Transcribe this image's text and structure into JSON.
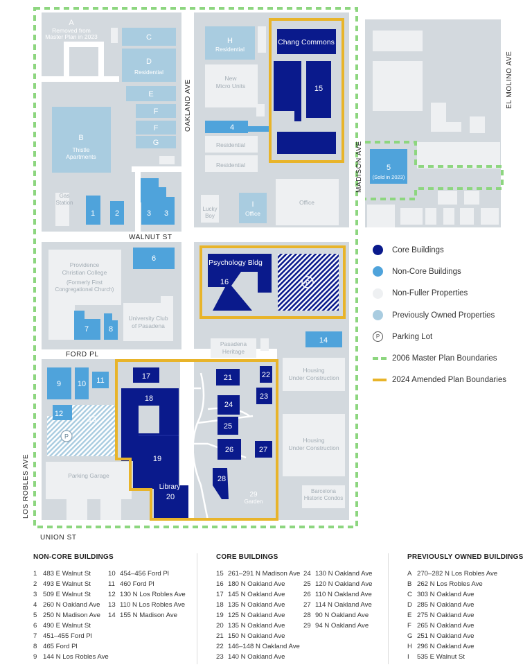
{
  "streets": {
    "oakland": "OAKLAND AVE",
    "walnut": "WALNUT ST",
    "ford": "FORD PL",
    "madison": "MADISON AVE",
    "el_molino": "EL MOLINO AVE",
    "los_robles": "LOS ROBLES AVE",
    "union": "UNION ST"
  },
  "map_labels": {
    "A": "A",
    "A_note1": "Removed from",
    "A_note2": "Master Plan in 2023",
    "B": "B",
    "B_name1": "Thistle",
    "B_name2": "Apartments",
    "C": "C",
    "D": "D",
    "D_name": "Residential",
    "E": "E",
    "F": "F",
    "G": "G",
    "H": "H",
    "H_name": "Residential",
    "I": "I",
    "I_name": "Office",
    "gas1": "Gas",
    "gas2": "Station",
    "new_micro1": "New",
    "new_micro2": "Micro Units",
    "residential": "Residential",
    "lucky1": "Lucky",
    "lucky2": "Boy",
    "office": "Office",
    "chang": "Chang Commons",
    "psych": "Psychology Bldg",
    "providence1": "Providence",
    "providence2": "Christian College",
    "providence3": "(Formerly First",
    "providence4": "Congregational Church)",
    "uclub1": "University Club",
    "uclub2": "of Pasadena",
    "pas_her1": "Pasadena",
    "pas_her2": "Heritage",
    "housing1": "Housing",
    "housing2": "Under Construction",
    "parking_garage": "Parking Garage",
    "library": "Library",
    "garden": "Garden",
    "barcelona1": "Barcelona",
    "barcelona2": "Historic Condos",
    "sold": "(Sold in 2023)",
    "p": "P",
    "n1": "1",
    "n2": "2",
    "n3": "3",
    "n4": "4",
    "n5": "5",
    "n6": "6",
    "n7": "7",
    "n8": "8",
    "n9": "9",
    "n10": "10",
    "n11": "11",
    "n12": "12",
    "n13": "13",
    "n14": "14",
    "n15": "15",
    "n16": "16",
    "n17": "17",
    "n18": "18",
    "n19": "19",
    "n20": "20",
    "n21": "21",
    "n22": "22",
    "n23": "23",
    "n24": "24",
    "n25": "25",
    "n26": "26",
    "n27": "27",
    "n28": "28",
    "n29": "29"
  },
  "legend": [
    {
      "label": "Core Buildings"
    },
    {
      "label": "Non-Core Buildings"
    },
    {
      "label": "Non-Fuller Properties"
    },
    {
      "label": "Previously Owned Properties"
    },
    {
      "label": "Parking Lot",
      "symbol": "P"
    },
    {
      "label": "2006 Master Plan Boundaries"
    },
    {
      "label": "2024 Amended Plan Boundaries"
    }
  ],
  "colors": {
    "core": "#0a1a8c",
    "non_core": "#4fa3db",
    "non_fuller": "#eef0f2",
    "previously_owned": "#a9cce0",
    "ground": "#d3d9de",
    "master_2006": "#8dd67f",
    "amended_2024": "#e8b42a"
  },
  "lists": {
    "non_core": {
      "heading": "NON-CORE BUILDINGS",
      "col1": [
        {
          "n": "1",
          "addr": "483 E Walnut St"
        },
        {
          "n": "2",
          "addr": "493 E Walnut St"
        },
        {
          "n": "3",
          "addr": "509 E Walnut St"
        },
        {
          "n": "4",
          "addr": "260 N Oakland Ave"
        },
        {
          "n": "5",
          "addr": "250 N Madison Ave"
        },
        {
          "n": "6",
          "addr": "490 E Walnut St"
        },
        {
          "n": "7",
          "addr": "451–455 Ford Pl"
        },
        {
          "n": "8",
          "addr": "465 Ford Pl"
        },
        {
          "n": "9",
          "addr": "144 N Los Robles Ave"
        }
      ],
      "col2": [
        {
          "n": "10",
          "addr": "454–456 Ford Pl"
        },
        {
          "n": "11",
          "addr": "460 Ford Pl"
        },
        {
          "n": "12",
          "addr": "130 N Los Robles Ave"
        },
        {
          "n": "13",
          "addr": "110 N Los Robles Ave"
        },
        {
          "n": "14",
          "addr": "155 N Madison Ave"
        }
      ]
    },
    "core": {
      "heading": "CORE BUILDINGS",
      "col1": [
        {
          "n": "15",
          "addr": "261–291 N Madison Ave"
        },
        {
          "n": "16",
          "addr": "180 N Oakland Ave"
        },
        {
          "n": "17",
          "addr": "145 N Oakland Ave"
        },
        {
          "n": "18",
          "addr": "135 N Oakland Ave"
        },
        {
          "n": "19",
          "addr": "125 N Oakland Ave"
        },
        {
          "n": "20",
          "addr": "135 N Oakland Ave"
        },
        {
          "n": "21",
          "addr": "150 N Oakland Ave"
        },
        {
          "n": "22",
          "addr": "146–148 N Oakland Ave"
        },
        {
          "n": "23",
          "addr": "140 N Oakland Ave"
        }
      ],
      "col2": [
        {
          "n": "24",
          "addr": "130 N Oakland Ave"
        },
        {
          "n": "25",
          "addr": "120 N Oakland Ave"
        },
        {
          "n": "26",
          "addr": "110 N Oakland Ave"
        },
        {
          "n": "27",
          "addr": "114 N Oakland Ave"
        },
        {
          "n": "28",
          "addr": "90 N Oakland Ave"
        },
        {
          "n": "29",
          "addr": "94 N Oakland Ave"
        }
      ]
    },
    "previously_owned": {
      "heading": "PREVIOUSLY OWNED BUILDINGS",
      "col1": [
        {
          "n": "A",
          "addr": "270–282 N Los Robles Ave"
        },
        {
          "n": "B",
          "addr": "262 N Los Robles Ave"
        },
        {
          "n": "C",
          "addr": "303 N Oakland Ave"
        },
        {
          "n": "D",
          "addr": "285 N Oakland Ave"
        },
        {
          "n": "E",
          "addr": "275 N Oakland Ave"
        },
        {
          "n": "F",
          "addr": "265 N Oakland Ave"
        },
        {
          "n": "G",
          "addr": "251 N Oakland Ave"
        },
        {
          "n": "H",
          "addr": "296 N Oakland Ave"
        },
        {
          "n": "I",
          "addr": "535 E Walnut St"
        }
      ]
    }
  }
}
